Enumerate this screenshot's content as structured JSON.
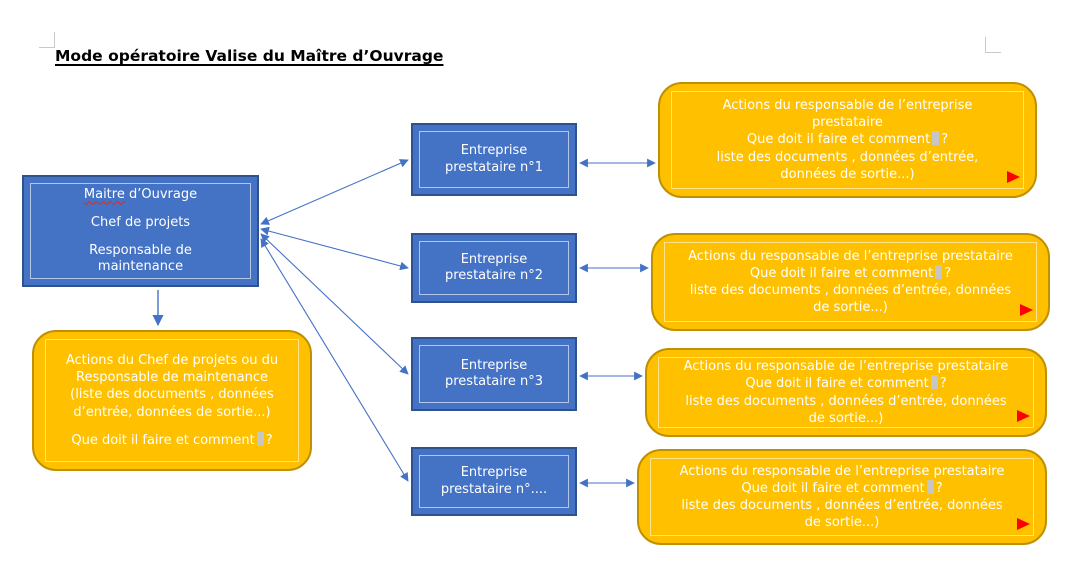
{
  "document": {
    "title": "Mode opératoire Valise du Maître d’Ouvrage"
  },
  "colors": {
    "shape_blue_fill": "#4472C4",
    "shape_blue_border": "#2F528F",
    "shape_orange_fill": "#FFC000",
    "shape_orange_border": "#BF9000",
    "connector_blue": "#4472C4",
    "marker_red": "#FF0000",
    "shape_text": "#FFFFFF"
  },
  "owner_box": {
    "name_misspelled": "Maitre",
    "name_rest": " d’Ouvrage",
    "role2": "Chef de projets",
    "role3": "Responsable de maintenance"
  },
  "owner_actions": {
    "body_lines": [
      "Actions du Chef de projets ou du",
      "Responsable de maintenance",
      "(liste des documents , données",
      "d’entrée, données de sortie...)"
    ],
    "question": "Que doit il faire et comment",
    "question_mark": "?"
  },
  "contractors": [
    {
      "line1": "Entreprise",
      "line2": "prestataire n°1"
    },
    {
      "line1": "Entreprise",
      "line2": "prestataire n°2"
    },
    {
      "line1": "Entreprise",
      "line2": "prestataire n°3"
    },
    {
      "line1": "Entreprise",
      "line2": "prestataire n°...."
    }
  ],
  "contractor_actions": [
    {
      "header_lines": [
        "Actions du responsable de l’entreprise",
        "prestataire"
      ],
      "question": "Que doit il faire et comment",
      "question_mark": "?",
      "detail_lines": [
        "liste des documents , données d’entrée,",
        "données de sortie...)"
      ]
    },
    {
      "header_lines": [
        "Actions du responsable de l’entreprise prestataire"
      ],
      "question": "Que doit il faire et comment",
      "question_mark": "?",
      "detail_lines": [
        "liste des documents , données d’entrée, données",
        "de sortie...)"
      ]
    },
    {
      "header_lines": [
        "Actions du responsable de l’entreprise prestataire"
      ],
      "question": "Que doit il faire et comment",
      "question_mark": "?",
      "detail_lines": [
        "liste des documents , données d’entrée, données",
        "de sortie...)"
      ]
    },
    {
      "header_lines": [
        "Actions du responsable de l’entreprise prestataire"
      ],
      "question": "Que doit il faire et comment",
      "question_mark": "?",
      "detail_lines": [
        "liste des documents , données d’entrée, données",
        "de sortie...)"
      ]
    }
  ]
}
